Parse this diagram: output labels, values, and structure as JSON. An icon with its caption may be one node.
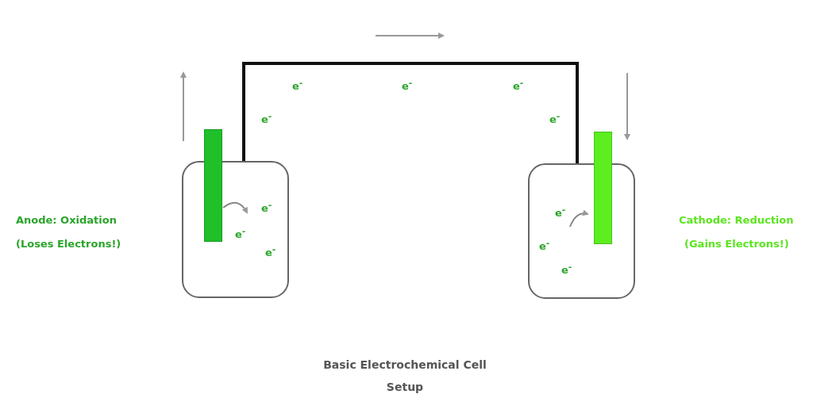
{
  "diagram": {
    "caption": "Basic Electrochemical Cell Setup",
    "nodes": [
      {
        "text": [],
        "shape": "box"
      },
      {
        "text": [],
        "shape": "bar",
        "beside": [
          "Anode: Oxidation",
          "(Loses Electrons!)"
        ]
      },
      {
        "text": [],
        "shape": "box"
      },
      {
        "text": [],
        "shape": "bar",
        "beside": [
          "Cathode: Reduction",
          "(Gains Electrons!)"
        ]
      }
    ],
    "edges": [
      {
        "from": 0,
        "to": 2,
        "arrow": "none",
        "style": "thick",
        "color": "#111111"
      },
      {
        "from": 1,
        "to": 0,
        "arrow": "to"
      },
      {
        "from": 2,
        "to": 3,
        "arrow": "to"
      }
    ],
    "labels": [
      "e$^{-}$",
      "e$^{-}$",
      "e$^{-}$",
      "e$^{-}$",
      "e$^{-}$",
      "e$^{-}$",
      "e$^{-}$",
      "e$^{-}$",
      "e$^{-}$",
      "e$^{-}$",
      "e$^{-}$"
    ]
  }
}
